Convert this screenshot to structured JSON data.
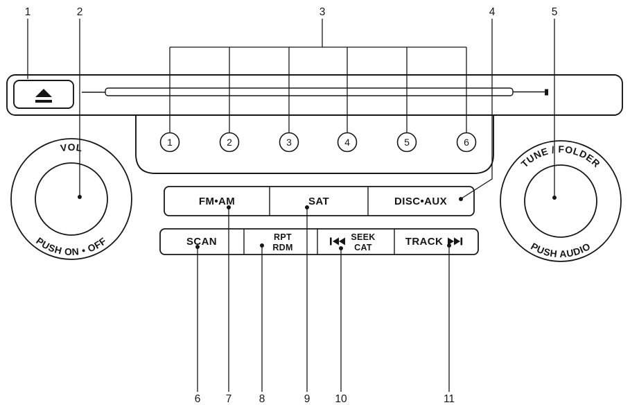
{
  "meta": {
    "description": "Car audio system control panel diagram",
    "background_color": "#ffffff",
    "line_color": "#161616"
  },
  "faceplate": {
    "eject_icon": "⏏"
  },
  "presets": {
    "labels": [
      "1",
      "2",
      "3",
      "4",
      "5",
      "6"
    ]
  },
  "volume_knob": {
    "top": "VOL",
    "bottom": "PUSH ON • OFF"
  },
  "tune_knob": {
    "top": "TUNE / FOLDER",
    "bottom": "PUSH AUDIO"
  },
  "source_row": {
    "buttons": [
      "FM•AM",
      "SAT",
      "DISC•AUX"
    ]
  },
  "control_row": {
    "scan": "SCAN",
    "rpt_rdm": {
      "line1": "RPT",
      "line2": "RDM"
    },
    "seek_cat": {
      "line1": "SEEK",
      "line2": "CAT",
      "icon": "⏮"
    },
    "track": {
      "label": "TRACK",
      "icon": "⏭"
    }
  },
  "callouts": {
    "top": [
      "1",
      "2",
      "3",
      "4",
      "5"
    ],
    "bottom": [
      "6",
      "7",
      "8",
      "9",
      "10",
      "11"
    ]
  }
}
